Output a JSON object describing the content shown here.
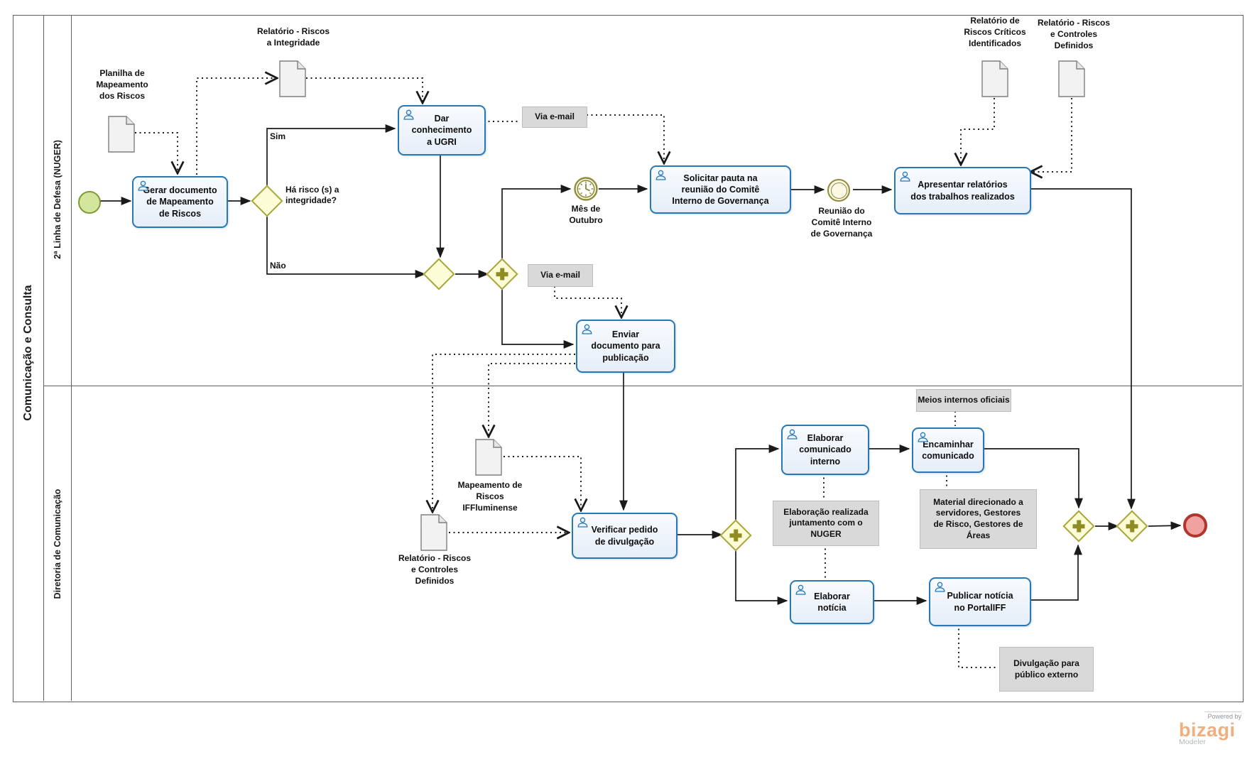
{
  "pool": {
    "title": "Comunicação e Consulta"
  },
  "lanes": {
    "lane1": "2ª Linha de Defesa (NUGER)",
    "lane2": "Diretoria de Comunicação"
  },
  "tasks": {
    "gerar": "Gerar documento\nde Mapeamento\nde Riscos",
    "dar": "Dar\nconhecimento\na UGRI",
    "solicitar": "Solicitar pauta na\nreunião do Comitê\nInterno de Governança",
    "apresentar": "Apresentar relatórios\ndos trabalhos realizados",
    "enviar": "Enviar\ndocumento para\npublicação",
    "verificar": "Verificar pedido\nde divulgação",
    "elaborar_comunicado": "Elaborar\ncomunicado\ninterno",
    "encaminhar": "Encaminhar\ncomunicado",
    "elaborar_noticia": "Elaborar\nnotícia",
    "publicar": "Publicar notícia\nno PortalIFF"
  },
  "events": {
    "timer_label": "Mês de\nOutubro",
    "meeting_label": "Reunião do\nComitê Interno\nde Governança"
  },
  "gateways": {
    "question": "Há risco (s) a\nintegridade?",
    "yes": "Sim",
    "no": "Não"
  },
  "data_objects": {
    "planilha": "Planilha de\nMapeamento\ndos Riscos",
    "relatorio_integridade": "Relatório - Riscos\na Integridade",
    "relatorio_criticos": "Relatório de\nRiscos Críticos\nIdentificados",
    "relatorio_controles_top": "Relatório - Riscos\ne Controles\nDefinidos",
    "mapeamento_iff": "Mapeamento de\nRiscos\nIFFluminense",
    "relatorio_controles_bottom": "Relatório - Riscos\ne Controles\nDefinidos"
  },
  "annotations": {
    "via_email_1": "Via e-mail",
    "via_email_2": "Via e-mail",
    "meios_internos": "Meios internos oficiais",
    "elaboracao": "Elaboração realizada\njuntamento com o\nNUGER",
    "material": "Material direcionado a\nservidores, Gestores\nde Risco, Gestores de\nÁreas",
    "divulgacao": "Divulgação para\npúblico externo"
  },
  "branding": {
    "powered_by": "Powered by",
    "name": "bizagi",
    "product": "Modeler"
  },
  "colors": {
    "task_border": "#2778B5",
    "gateway_border": "#A9A73B",
    "gateway_plus": "#8F8D21",
    "event_olive": "#8F8C3A",
    "start_fill": "#D4E69E",
    "start_border": "#7F9C33",
    "end_fill": "#EFA2A0",
    "end_border": "#B1362B",
    "annotation_bg": "#D9D9D9",
    "logo_orange": "#F0AF7E"
  }
}
